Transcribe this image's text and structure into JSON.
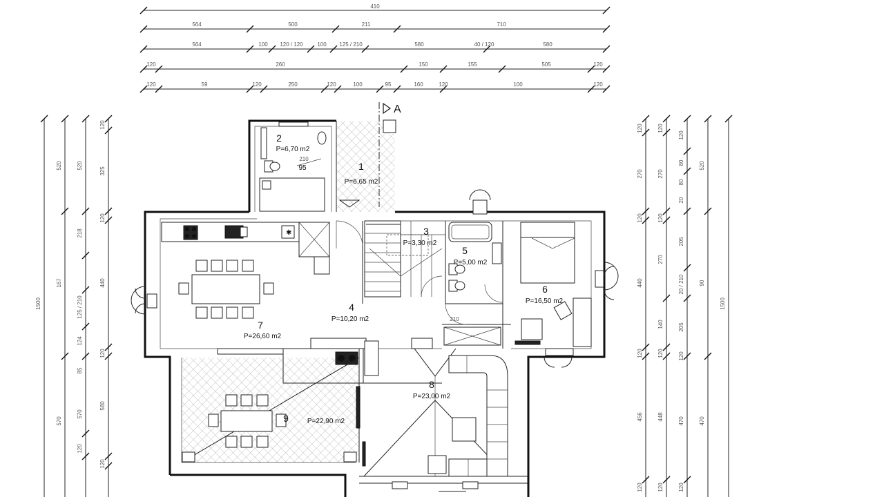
{
  "dimensions": {
    "top": [
      [
        "410"
      ],
      [
        "564",
        "500",
        "211",
        "710"
      ],
      [
        "564",
        "100",
        "120 / 120",
        "100",
        "125 / 210",
        "580",
        "40 / 120",
        "580"
      ],
      [
        "120",
        "260",
        "150",
        "155",
        "505",
        "120"
      ],
      [
        "120",
        "59",
        "120",
        "250",
        "120",
        "100",
        "95",
        "160",
        "120",
        "100",
        "120"
      ]
    ],
    "left": [
      [
        "1500"
      ],
      [
        "520",
        "167",
        "570"
      ],
      [
        "520",
        "218",
        "125 / 210",
        "124",
        "85",
        "570",
        "120"
      ],
      [
        "120",
        "325",
        "120",
        "440",
        "120",
        "580",
        "120"
      ]
    ],
    "right": [
      [
        "120",
        "270",
        "120",
        "440",
        "120",
        "456",
        "120"
      ],
      [
        "120",
        "270",
        "120",
        "270",
        "140",
        "120",
        "448",
        "120"
      ],
      [
        "120",
        "80",
        "80",
        "20",
        "205",
        "20 / 210",
        "205",
        "120",
        "470",
        "120"
      ],
      [
        "520",
        "90",
        "470"
      ],
      [
        "1500"
      ]
    ]
  },
  "section_marker": {
    "label": "A"
  },
  "rooms": [
    {
      "number": "1",
      "area": "P=6,65 m2"
    },
    {
      "number": "2",
      "area": "P=6,70 m2"
    },
    {
      "number": "3",
      "area": "P=3,30 m2"
    },
    {
      "number": "4",
      "area": "P=10,20 m2"
    },
    {
      "number": "5",
      "area": "P=5,00 m2"
    },
    {
      "number": "6",
      "area": "P=16,50 m2"
    },
    {
      "number": "7",
      "area": "P=26,60 m2"
    },
    {
      "number": "8",
      "area": "P=23,00 m2"
    },
    {
      "number": "9",
      "area": "P=22,90 m2"
    }
  ],
  "door_labels": {
    "bath_door": "210",
    "bath_door_width": "95",
    "hall_door": "210"
  }
}
